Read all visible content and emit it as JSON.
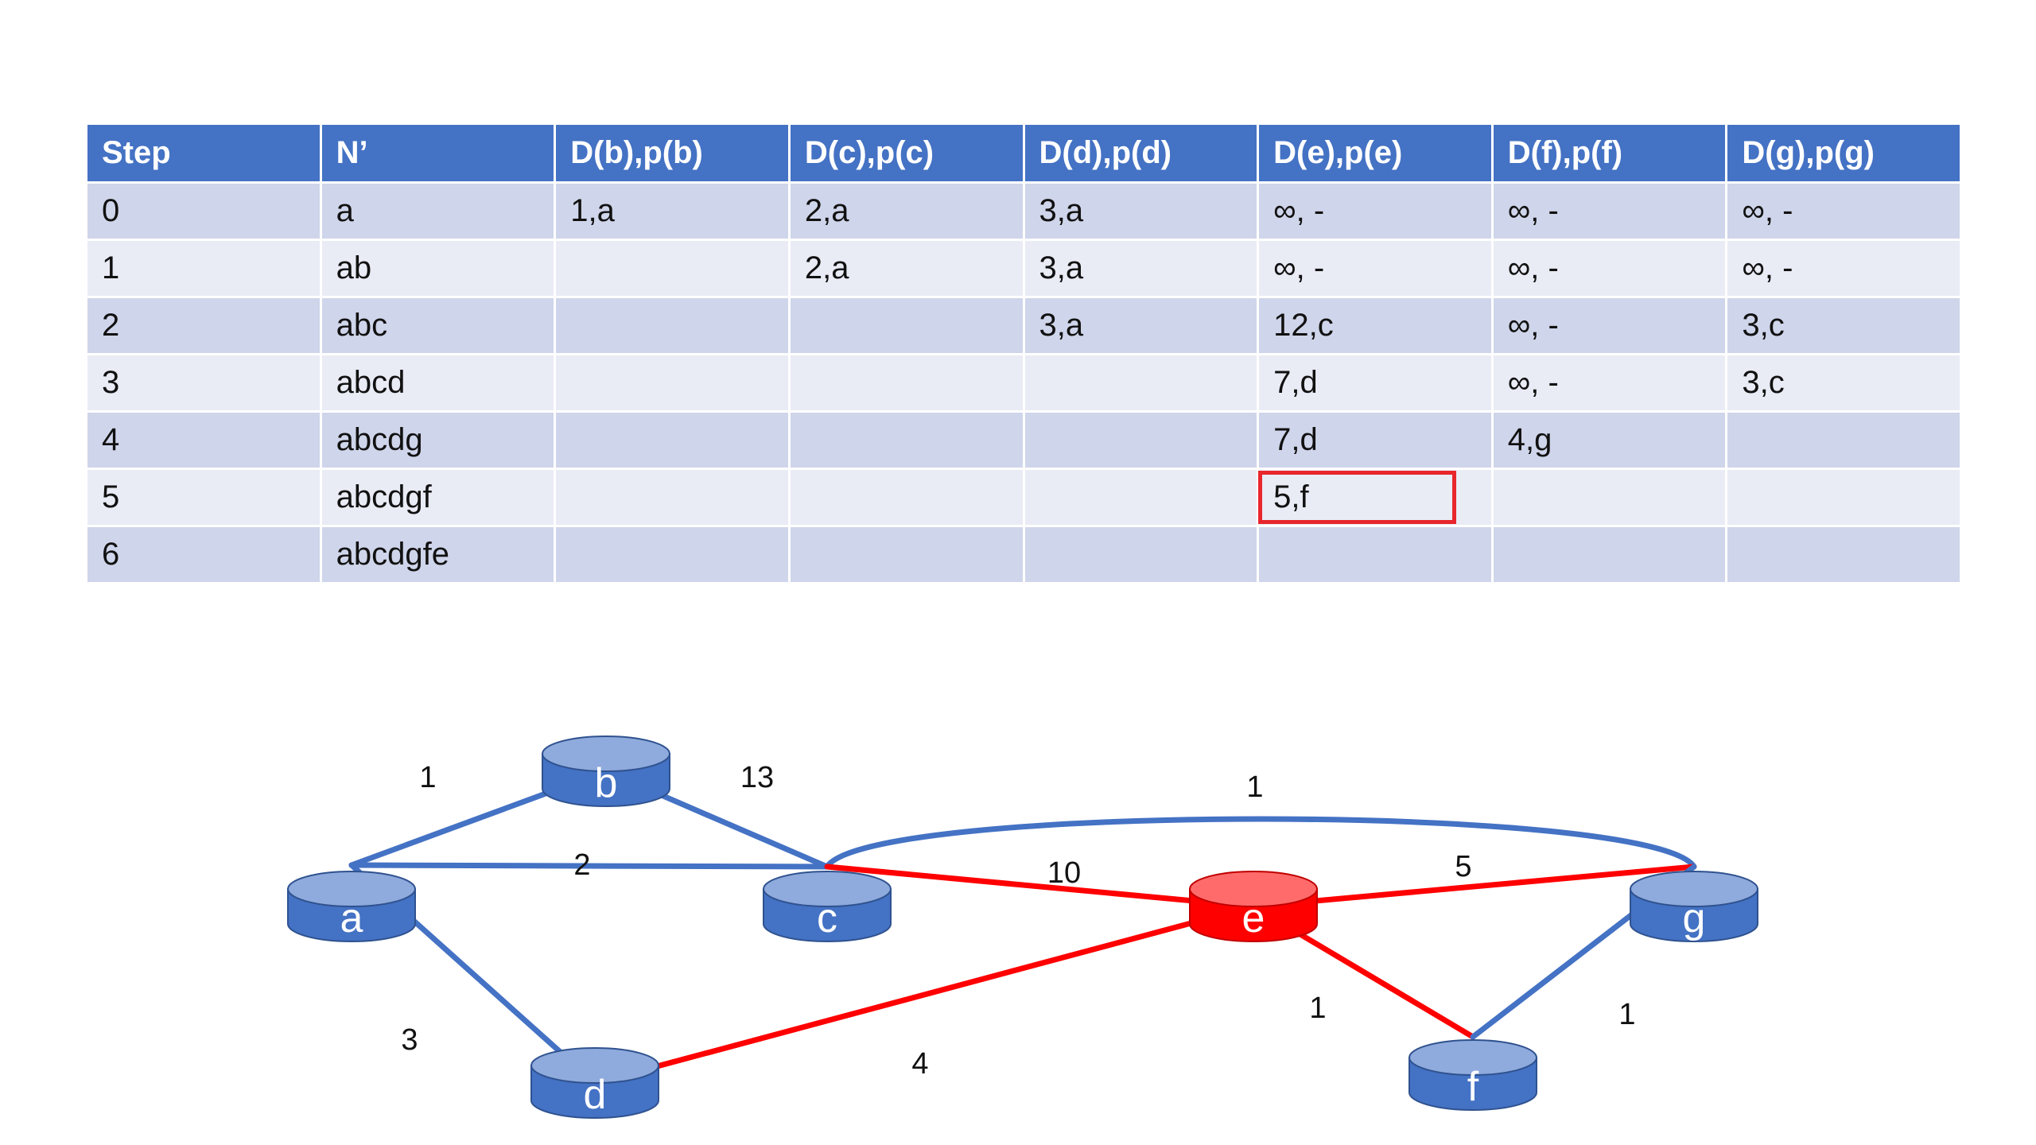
{
  "table": {
    "headers": [
      "Step",
      "N’",
      "D(b),p(b)",
      "D(c),p(c)",
      "D(d),p(d)",
      "D(e),p(e)",
      "D(f),p(f)",
      "D(g),p(g)"
    ],
    "rows": [
      [
        "0",
        "a",
        "1,a",
        "2,a",
        "3,a",
        "∞, -",
        "∞, -",
        "∞, -"
      ],
      [
        "1",
        "ab",
        "",
        "2,a",
        "3,a",
        "∞, -",
        "∞, -",
        "∞, -"
      ],
      [
        "2",
        "abc",
        "",
        "",
        "3,a",
        "12,c",
        "∞, -",
        "3,c"
      ],
      [
        "3",
        "abcd",
        "",
        "",
        "",
        "7,d",
        "∞, -",
        "3,c"
      ],
      [
        "4",
        "abcdg",
        "",
        "",
        "",
        "7,d",
        "4,g",
        ""
      ],
      [
        "5",
        "abcdgf",
        "",
        "",
        "",
        "5,f",
        "",
        ""
      ],
      [
        "6",
        "abcdgfe",
        "",
        "",
        "",
        "",
        "",
        ""
      ]
    ],
    "highlighted_cell": {
      "row": 5,
      "col": 5
    }
  },
  "graph": {
    "colors": {
      "blue": "#4472c4",
      "node_top": "#8faadc",
      "red": "#ff0000",
      "red_top": "#ff6b6b"
    },
    "nodes": [
      {
        "id": "a",
        "label": "a",
        "highlight": false
      },
      {
        "id": "b",
        "label": "b",
        "highlight": false
      },
      {
        "id": "c",
        "label": "c",
        "highlight": false
      },
      {
        "id": "d",
        "label": "d",
        "highlight": false
      },
      {
        "id": "e",
        "label": "e",
        "highlight": true
      },
      {
        "id": "f",
        "label": "f",
        "highlight": false
      },
      {
        "id": "g",
        "label": "g",
        "highlight": false
      }
    ],
    "edges": [
      {
        "from": "a",
        "to": "b",
        "weight": "1",
        "highlight": false
      },
      {
        "from": "b",
        "to": "c",
        "weight": "13",
        "highlight": false
      },
      {
        "from": "a",
        "to": "c",
        "weight": "2",
        "highlight": false
      },
      {
        "from": "a",
        "to": "d",
        "weight": "3",
        "highlight": false
      },
      {
        "from": "c",
        "to": "g",
        "weight": "1",
        "highlight": false
      },
      {
        "from": "c",
        "to": "e",
        "weight": "10",
        "highlight": true
      },
      {
        "from": "e",
        "to": "g",
        "weight": "5",
        "highlight": true
      },
      {
        "from": "d",
        "to": "e",
        "weight": "4",
        "highlight": true
      },
      {
        "from": "e",
        "to": "f",
        "weight": "1",
        "highlight": true
      },
      {
        "from": "g",
        "to": "f",
        "weight": "1",
        "highlight": false
      }
    ]
  }
}
